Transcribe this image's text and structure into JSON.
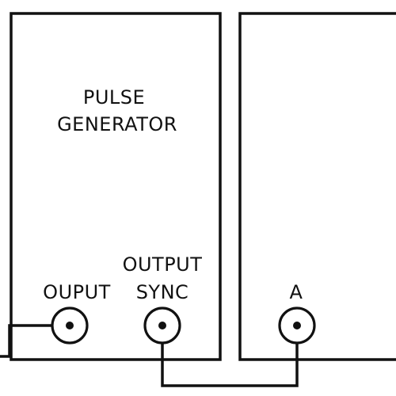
{
  "pulse_generator": {
    "title_line1": "PULSE",
    "title_line2": "GENERATOR",
    "output_label": "OUPUT",
    "sync_label_line1": "OUTPUT",
    "sync_label_line2": "SYNC"
  },
  "second_instrument": {
    "input_label": "A"
  }
}
